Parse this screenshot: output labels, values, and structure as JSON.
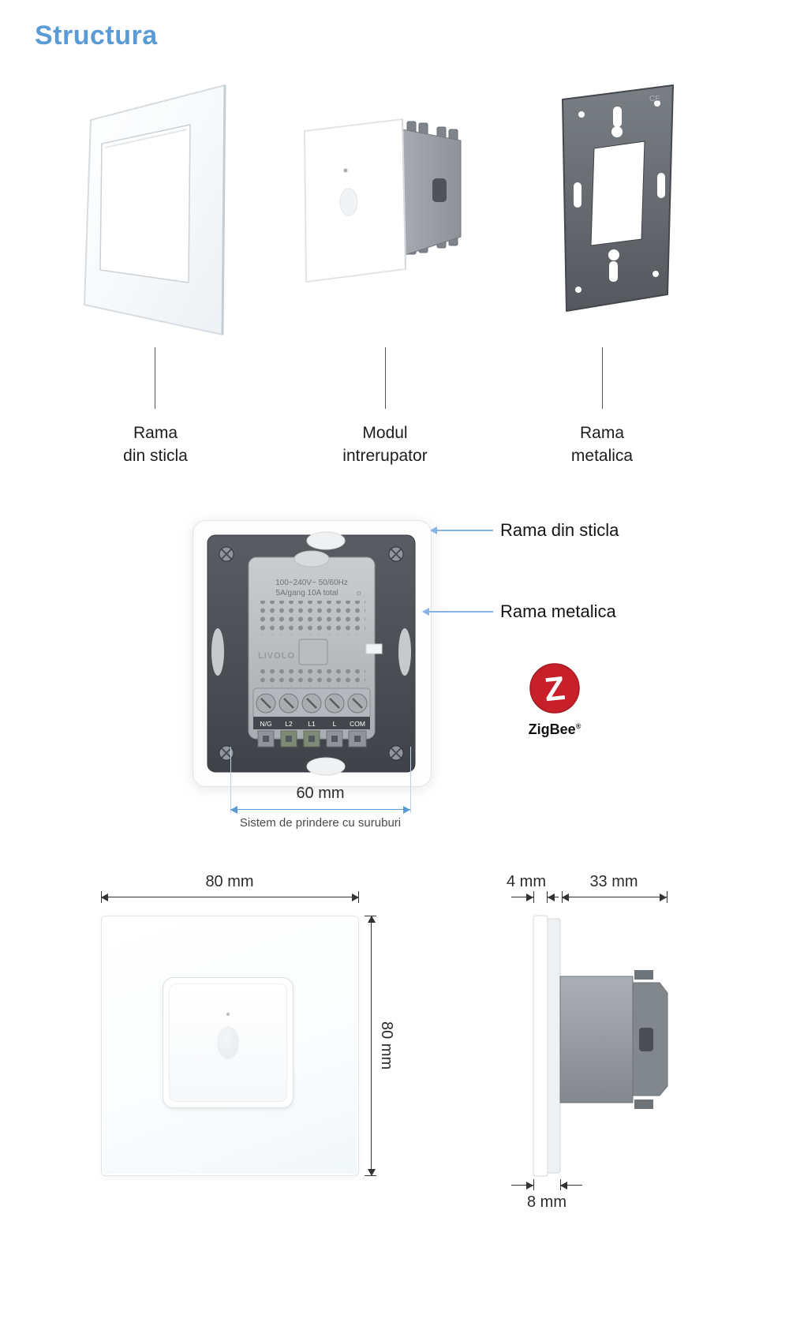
{
  "title": "Structura",
  "colors": {
    "accent_blue": "#5b9bd5",
    "callout_blue": "#85b4e4",
    "zigbee_red": "#c8202a"
  },
  "exploded": {
    "parts": [
      {
        "label_line1": "Rama",
        "label_line2": "din sticla"
      },
      {
        "label_line1": "Modul",
        "label_line2": "intrerupator"
      },
      {
        "label_line1": "Rama",
        "label_line2": "metalica"
      }
    ],
    "metal_frame_marking": "CE"
  },
  "back_view": {
    "ratings_line1": "100~240V~  50/60Hz",
    "ratings_line2": "5A/gang 10A total",
    "lamp_icon": "☼",
    "brand": "LIVOLO",
    "terminals": [
      "N/G",
      "L2",
      "L1",
      "L",
      "COM"
    ],
    "callout_glass": "Rama din sticla",
    "callout_metal": "Rama metalica",
    "dimension_width": "60 mm",
    "dimension_caption": "Sistem de prindere cu suruburi"
  },
  "zigbee": {
    "letter": "Z",
    "name": "ZigBee",
    "registered": "®"
  },
  "front_view": {
    "width": "80 mm",
    "height": "80 mm"
  },
  "side_view": {
    "glass_thickness": "4 mm",
    "module_depth": "33 mm",
    "frame_depth": "8 mm"
  }
}
